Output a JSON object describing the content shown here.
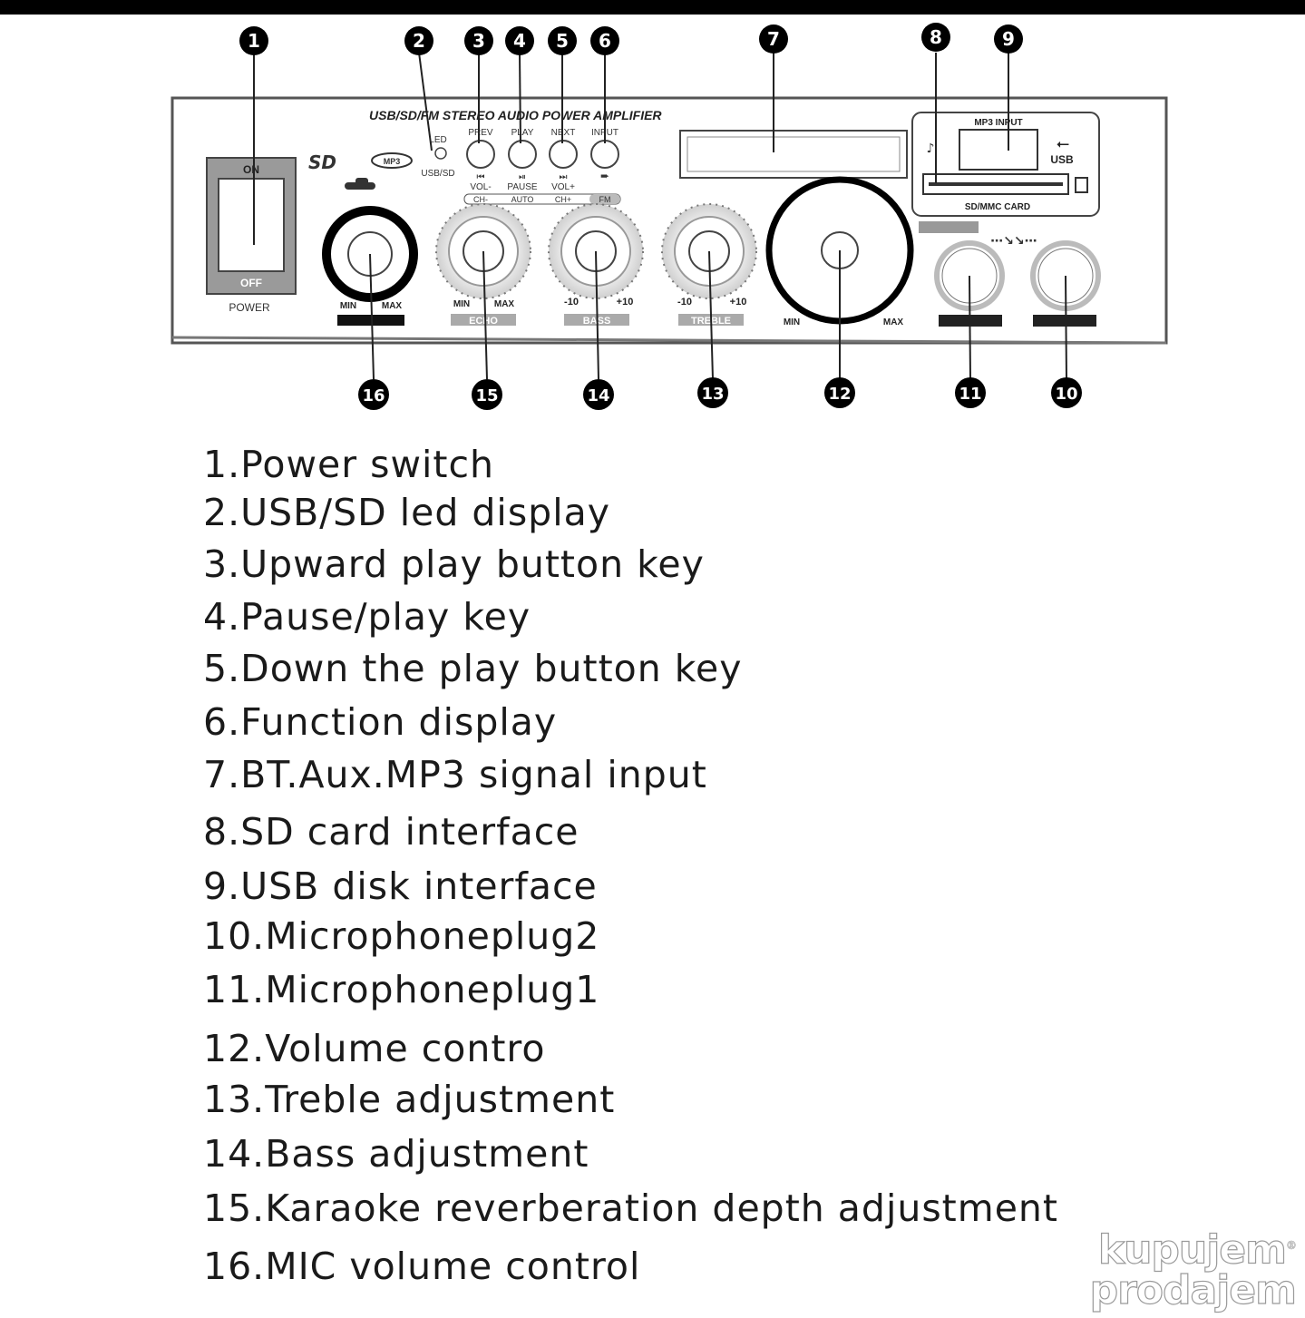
{
  "panel": {
    "title": "USB/SD/FM STEREO AUDIO POWER AMPLIFIER",
    "power_on": "ON",
    "power_off": "OFF",
    "power_label": "POWER",
    "led_label": "LED",
    "usbsd_label": "USB/SD",
    "mp3_logo": "MP3",
    "btn_prev": "PREV",
    "btn_play": "PLAY",
    "btn_next": "NEXT",
    "btn_input": "INPUT",
    "vol_minus": "VOL-",
    "pause": "PAUSE",
    "vol_plus": "VOL+",
    "ch_minus": "CH-",
    "auto": "AUTO",
    "ch_plus": "CH+",
    "fm": "FM",
    "mp3_input": "MP3 INPUT",
    "usb": "USB",
    "sd_card": "SD/MMC CARD",
    "min": "MIN",
    "max": "MAX",
    "echo": "ECHO",
    "bass": "BASS",
    "treble": "TREBLE",
    "minus10": "-10",
    "plus10": "+10"
  },
  "callouts": [
    "1",
    "2",
    "3",
    "4",
    "5",
    "6",
    "7",
    "8",
    "9",
    "10",
    "11",
    "12",
    "13",
    "14",
    "15",
    "16"
  ],
  "legend": [
    "1.Power switch",
    "2.USB/SD led display",
    "3.Upward play button key",
    "4.Pause/play key",
    "5.Down the play button key",
    "6.Function display",
    "7.BT.Aux.MP3 signal input",
    "8.SD card interface",
    "9.USB disk interface",
    "10.Microphoneplug2",
    "11.Microphoneplug1",
    "12.Volume contro",
    "13.Treble adjustment",
    "14.Bass adjustment",
    "15.Karaoke reverberation depth adjustment",
    "16.MIC volume control"
  ],
  "watermark": {
    "line1": "kupujem",
    "line2": "prodajem",
    "mark": "®"
  }
}
